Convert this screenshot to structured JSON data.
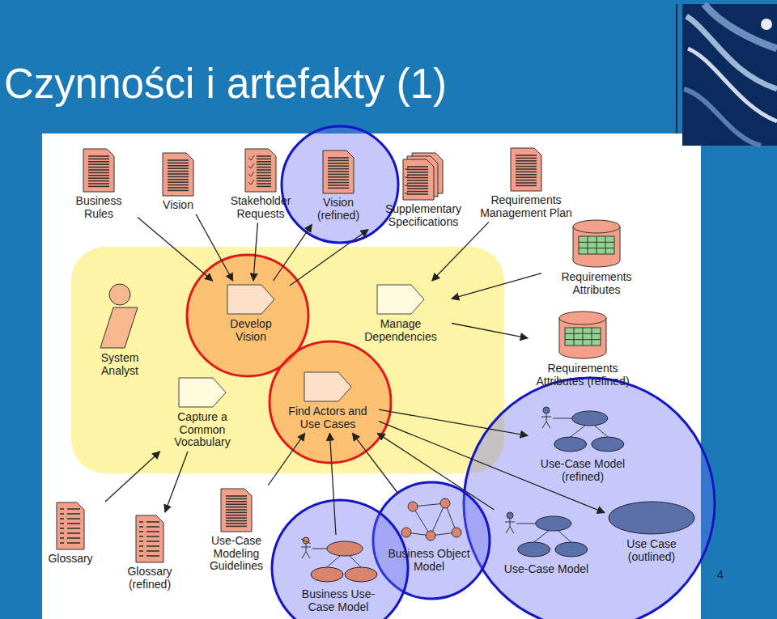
{
  "diagram": {
    "title": "Czynności i artefakty (1)",
    "nodes": [
      {
        "text": [
          "Business Rules"
        ]
      },
      {
        "text": [
          "Vision"
        ]
      },
      {
        "text": [
          "Stakeholder Requests"
        ]
      },
      {
        "text": [
          "Vision (refined)"
        ]
      },
      {
        "text": [
          "Supplementary Specifications"
        ]
      },
      {
        "text": [
          "Requirements Management Plan"
        ]
      },
      {
        "text": [
          "Requirements Attributes"
        ]
      },
      {
        "text": [
          "System Analyst"
        ]
      },
      {
        "text": [
          "Develop Vision"
        ]
      },
      {
        "text": [
          "Manage Dependencies"
        ]
      },
      {
        "text": [
          "Requirements Attributes (refined)"
        ]
      },
      {
        "text": [
          "Capture a Common Vocabulary"
        ]
      },
      {
        "text": [
          "Find Actors and Use Cases"
        ]
      },
      {
        "text": [
          "Use-Case Model (refined)"
        ]
      },
      {
        "text": [
          "Glossary"
        ]
      },
      {
        "text": [
          "Glossary (refined)"
        ]
      },
      {
        "text": [
          "Use-Case Modeling Guidelines"
        ]
      },
      {
        "text": [
          "Business Use-Case Model"
        ]
      },
      {
        "text": [
          "Business Object Model"
        ]
      },
      {
        "text": [
          "Use-Case Model"
        ]
      },
      {
        "text": [
          "Use Case (outlined)"
        ]
      }
    ],
    "edges": [
      {
        "from": 0,
        "to": 8,
        "arrow": "to"
      },
      {
        "from": 1,
        "to": 8,
        "arrow": "to"
      },
      {
        "from": 2,
        "to": 8,
        "arrow": "to"
      },
      {
        "from": 8,
        "to": 3,
        "arrow": "to"
      },
      {
        "from": 8,
        "to": 4,
        "arrow": "to"
      },
      {
        "from": 5,
        "to": 9,
        "arrow": "to"
      },
      {
        "from": 6,
        "to": 9,
        "arrow": "to"
      },
      {
        "from": 9,
        "to": 10,
        "arrow": "to"
      },
      {
        "from": 12,
        "to": 13,
        "arrow": "to"
      },
      {
        "from": 12,
        "to": 20,
        "arrow": "to"
      },
      {
        "from": 19,
        "to": 12,
        "arrow": "to"
      },
      {
        "from": 18,
        "to": 12,
        "arrow": "to"
      },
      {
        "from": 17,
        "to": 12,
        "arrow": "to"
      },
      {
        "from": 16,
        "to": 12,
        "arrow": "to"
      },
      {
        "from": 14,
        "to": 11,
        "arrow": "to"
      },
      {
        "from": 11,
        "to": 15,
        "arrow": "to"
      }
    ],
    "labels": [
      "4"
    ]
  }
}
